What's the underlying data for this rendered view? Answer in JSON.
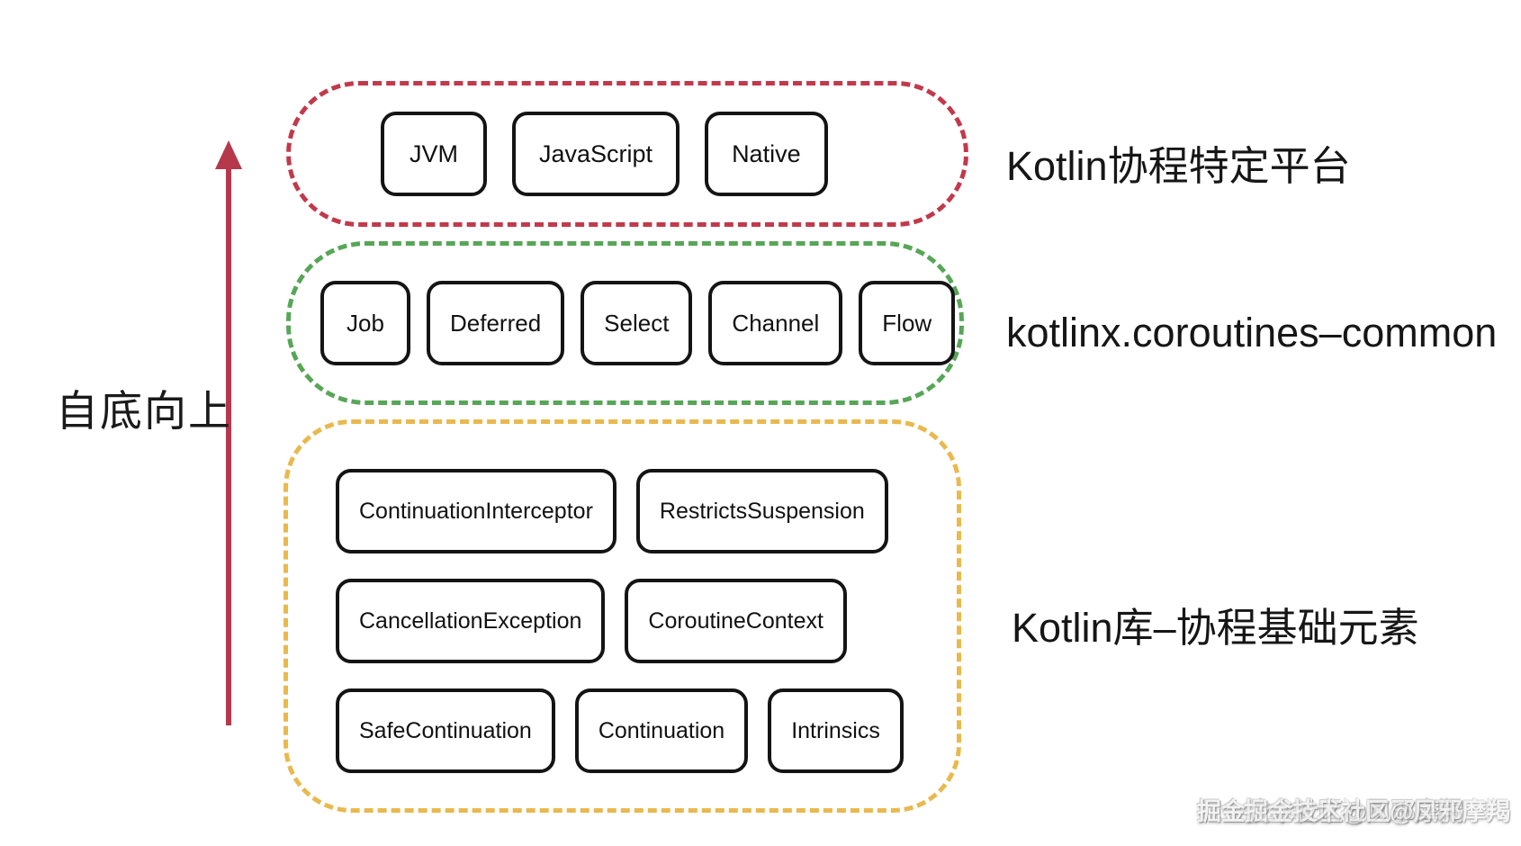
{
  "arrow": {
    "label": "自底向上",
    "direction": "up",
    "color": "#b5394b"
  },
  "layers": [
    {
      "id": "platform",
      "label": "Kotlin协程特定平台",
      "border_color": "#c2394b",
      "boxes": [
        "JVM",
        "JavaScript",
        "Native"
      ]
    },
    {
      "id": "common",
      "label": "kotlinx.coroutines–common",
      "border_color": "#57a657",
      "boxes": [
        "Job",
        "Deferred",
        "Select",
        "Channel",
        "Flow"
      ]
    },
    {
      "id": "base",
      "label": "Kotlin库–协程基础元素",
      "border_color": "#e9b94e",
      "rows": [
        [
          "ContinuationInterceptor",
          "RestrictsSuspension"
        ],
        [
          "CancellationException",
          "CoroutineContext"
        ],
        [
          "SafeContinuation",
          "Continuation",
          "Intrinsics"
        ]
      ]
    }
  ],
  "watermark": {
    "text": "掘金技术社区@凤邪摩羯"
  },
  "colors": {
    "background": "#ffffff",
    "box_border": "#141414",
    "text": "#1a1a1a",
    "platform_border": "#c2394b",
    "common_border": "#57a657",
    "base_border": "#e9b94e",
    "arrow": "#b5394b"
  }
}
